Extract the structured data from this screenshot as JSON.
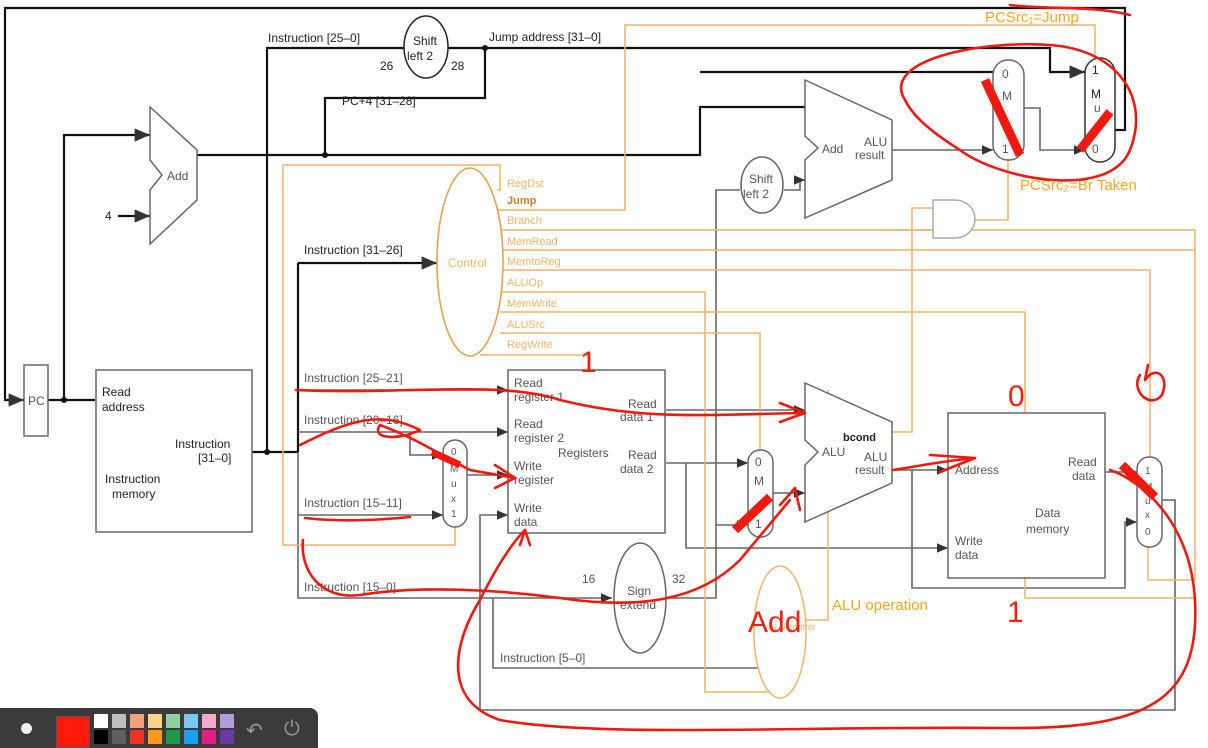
{
  "diagram": {
    "pc": "PC",
    "add_pc": "Add",
    "const_4": "4",
    "imem": {
      "read_address_1": "Read",
      "read_address_2": "address",
      "instr_1": "Instruction",
      "instr_2": "[31–0]",
      "name_1": "Instruction",
      "name_2": "memory"
    },
    "instr_25_0": "Instruction [25–0]",
    "shift_top_1": "Shift",
    "shift_top_2": "left 2",
    "w26": "26",
    "w28": "28",
    "jump_address": "Jump address [31–0]",
    "pc4": "PC+4 [31–28]",
    "pcsrc1": "PCSrc₁=Jump",
    "pcsrc2": "PCSrc₂=Br Taken",
    "add_branch": "Add",
    "alu_result_1": "ALU",
    "alu_result_2": "result",
    "shift_mid_1": "Shift",
    "shift_mid_2": "left 2",
    "mux1": {
      "in0": "0",
      "m": "M",
      "in1": "1"
    },
    "mux2": {
      "in1": "1",
      "m": "M",
      "u": "u",
      "in0": "0"
    },
    "control": "Control",
    "signals": [
      "RegDst",
      "Jump",
      "Branch",
      "MemRead",
      "MemtoReg",
      "ALUOp",
      "MemWrite",
      "ALUSrc",
      "RegWrite"
    ],
    "instr_31_26": "Instruction [31–26]",
    "instr_25_21": "Instruction [25–21]",
    "instr_20_16": "Instruction [20–16]",
    "instr_15_11": "Instruction [15–11]",
    "instr_15_0": "Instruction [15–0]",
    "instr_5_0": "Instruction [5–0]",
    "regdst_mux": [
      "0",
      "M",
      "u",
      "x",
      "1"
    ],
    "regs": {
      "rr1_1": "Read",
      "rr1_2": "register 1",
      "rr2_1": "Read",
      "rr2_2": "register 2",
      "wr_1": "Write",
      "wr_2": "register",
      "wd_1": "Write",
      "wd_2": "data",
      "name": "Registers",
      "rd1_1": "Read",
      "rd1_2": "data 1",
      "rd2_1": "Read",
      "rd2_2": "data 2"
    },
    "alusrc_mux": [
      "0",
      "M",
      "1"
    ],
    "alu": {
      "bcond": "bcond",
      "name": "ALU",
      "res_1": "ALU",
      "res_2": "result"
    },
    "sign_1": "Sign",
    "sign_2": "extend",
    "w16": "16",
    "w32": "32",
    "alu_ctrl": "ALU control",
    "alu_operation": "ALU operation",
    "dmem": {
      "address": "Address",
      "read_1": "Read",
      "read_2": "data",
      "write_1": "Write",
      "write_2": "data",
      "name_1": "Data",
      "name_2": "memory"
    },
    "memtoreg_mux": [
      "1",
      "M",
      "u",
      "x",
      "0"
    ]
  },
  "annotations": {
    "regwrite_val": "1",
    "memread_val": "0",
    "memwrite_val": "1",
    "aluop": "Add",
    "memtoreg_val": "0"
  },
  "toolbar": {
    "selected_color": "#ff1a0a",
    "colors_top": [
      "#ffffff",
      "#bdbdbd",
      "#f4a07a",
      "#fbd38a",
      "#8fcfa6",
      "#7cc8f4",
      "#f7a7cc",
      "#b39ddb"
    ],
    "colors_bottom": [
      "#000000",
      "#5f5f5f",
      "#ee3322",
      "#ff9a1a",
      "#1a9a4a",
      "#1aa0f0",
      "#e0208a",
      "#6a3aa0"
    ],
    "undo_icon": "↶",
    "power_icon": "⏻"
  }
}
